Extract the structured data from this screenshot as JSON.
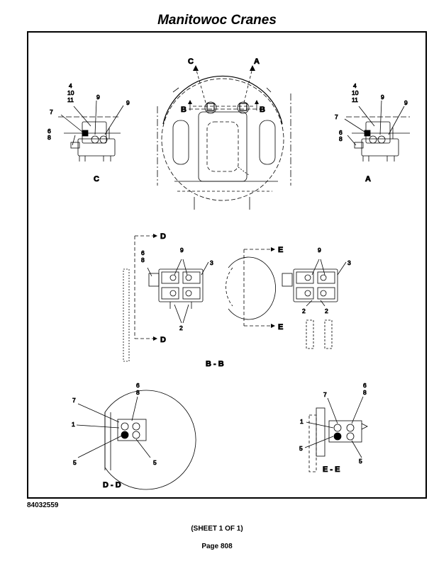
{
  "header": {
    "title": "Manitowoc Cranes"
  },
  "views": {
    "c": "C",
    "a": "A",
    "bb": "B - B",
    "dd": "D - D",
    "ee": "E - E"
  },
  "section_markers": {
    "c": "C",
    "a": "A",
    "b": "B",
    "d": "D",
    "e": "E"
  },
  "callouts": {
    "c_top": [
      "4",
      "10",
      "11"
    ],
    "c_left": [
      "6",
      "8"
    ],
    "c_7": "7",
    "c_9": "9",
    "a_top": [
      "4",
      "10",
      "11"
    ],
    "a_left": [
      "6",
      "8"
    ],
    "a_7": "7",
    "a_9": "9",
    "bb_left": [
      "6",
      "8"
    ],
    "bb_9": "9",
    "bb_3": "3",
    "bb_2": "2",
    "dd_top": [
      "6",
      "8"
    ],
    "dd_7": "7",
    "dd_1": "1",
    "dd_5": "5",
    "ee_top": [
      "6",
      "8"
    ],
    "ee_7": "7",
    "ee_1": "1",
    "ee_5": "5"
  },
  "footer": {
    "drawing_number": "84032559",
    "sheet": "(SHEET 1 OF 1)",
    "page": "Page 808"
  }
}
